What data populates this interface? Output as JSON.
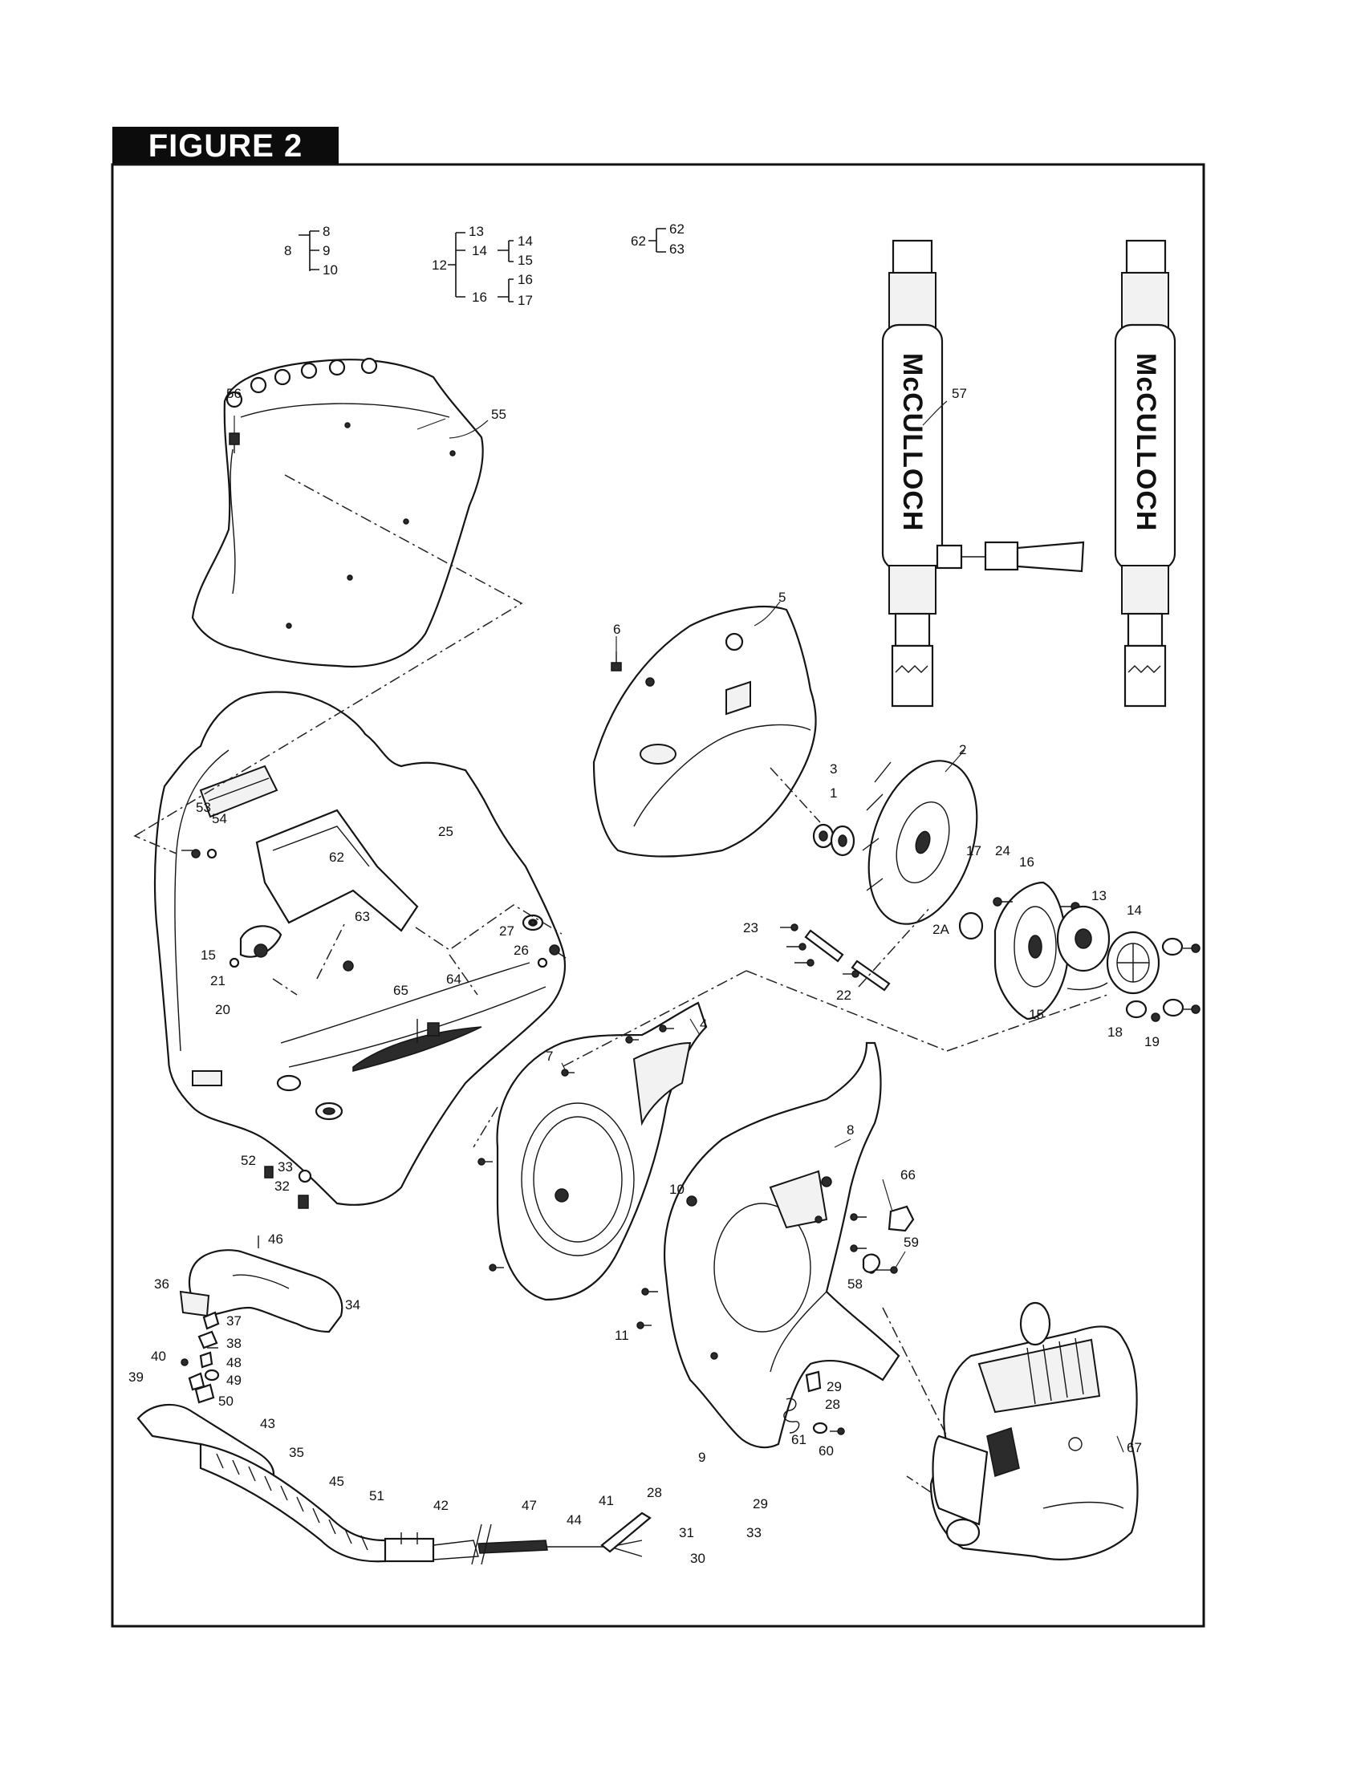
{
  "figure": {
    "title": "FIGURE 2"
  },
  "brackets": [
    {
      "parent": "8",
      "children": [
        "8",
        "9",
        "10"
      ]
    },
    {
      "parent": "12",
      "children": [
        "13",
        "14",
        "15",
        "16",
        "17"
      ],
      "sub": [
        {
          "parent": "14",
          "children": [
            "14",
            "15"
          ]
        },
        {
          "parent": "16",
          "children": [
            "16",
            "17"
          ]
        }
      ]
    },
    {
      "parent": "62",
      "children": [
        "62",
        "63"
      ]
    }
  ],
  "straps": {
    "brand_text": "McCULLOCH"
  },
  "callouts": {
    "c1": "1",
    "c2": "2",
    "c2a": "2A",
    "c3": "3",
    "c4": "4",
    "c5": "5",
    "c6": "6",
    "c7": "7",
    "c8": "8",
    "c9": "9",
    "c10": "10",
    "c11": "11",
    "c13": "13",
    "c14": "14",
    "c15a": "15",
    "c15b": "15",
    "c16": "16",
    "c17": "17",
    "c18": "18",
    "c19": "19",
    "c20": "20",
    "c21": "21",
    "c22": "22",
    "c23": "23",
    "c24": "24",
    "c25": "25",
    "c26": "26",
    "c27": "27",
    "c28a": "28",
    "c28b": "28",
    "c29a": "29",
    "c29b": "29",
    "c30": "30",
    "c31": "31",
    "c32": "32",
    "c33a": "33",
    "c33b": "33",
    "c34": "34",
    "c35": "35",
    "c36": "36",
    "c37": "37",
    "c38": "38",
    "c39": "39",
    "c40": "40",
    "c41": "41",
    "c42": "42",
    "c43": "43",
    "c44": "44",
    "c45": "45",
    "c46": "46",
    "c47": "47",
    "c48": "48",
    "c49": "49",
    "c50": "50",
    "c51": "51",
    "c52": "52",
    "c53": "53",
    "c54": "54",
    "c55": "55",
    "c56": "56",
    "c57": "57",
    "c58": "58",
    "c59": "59",
    "c60": "60",
    "c61": "61",
    "c62": "62",
    "c63": "63",
    "c64": "64",
    "c65": "65",
    "c66": "66",
    "c67": "67"
  }
}
